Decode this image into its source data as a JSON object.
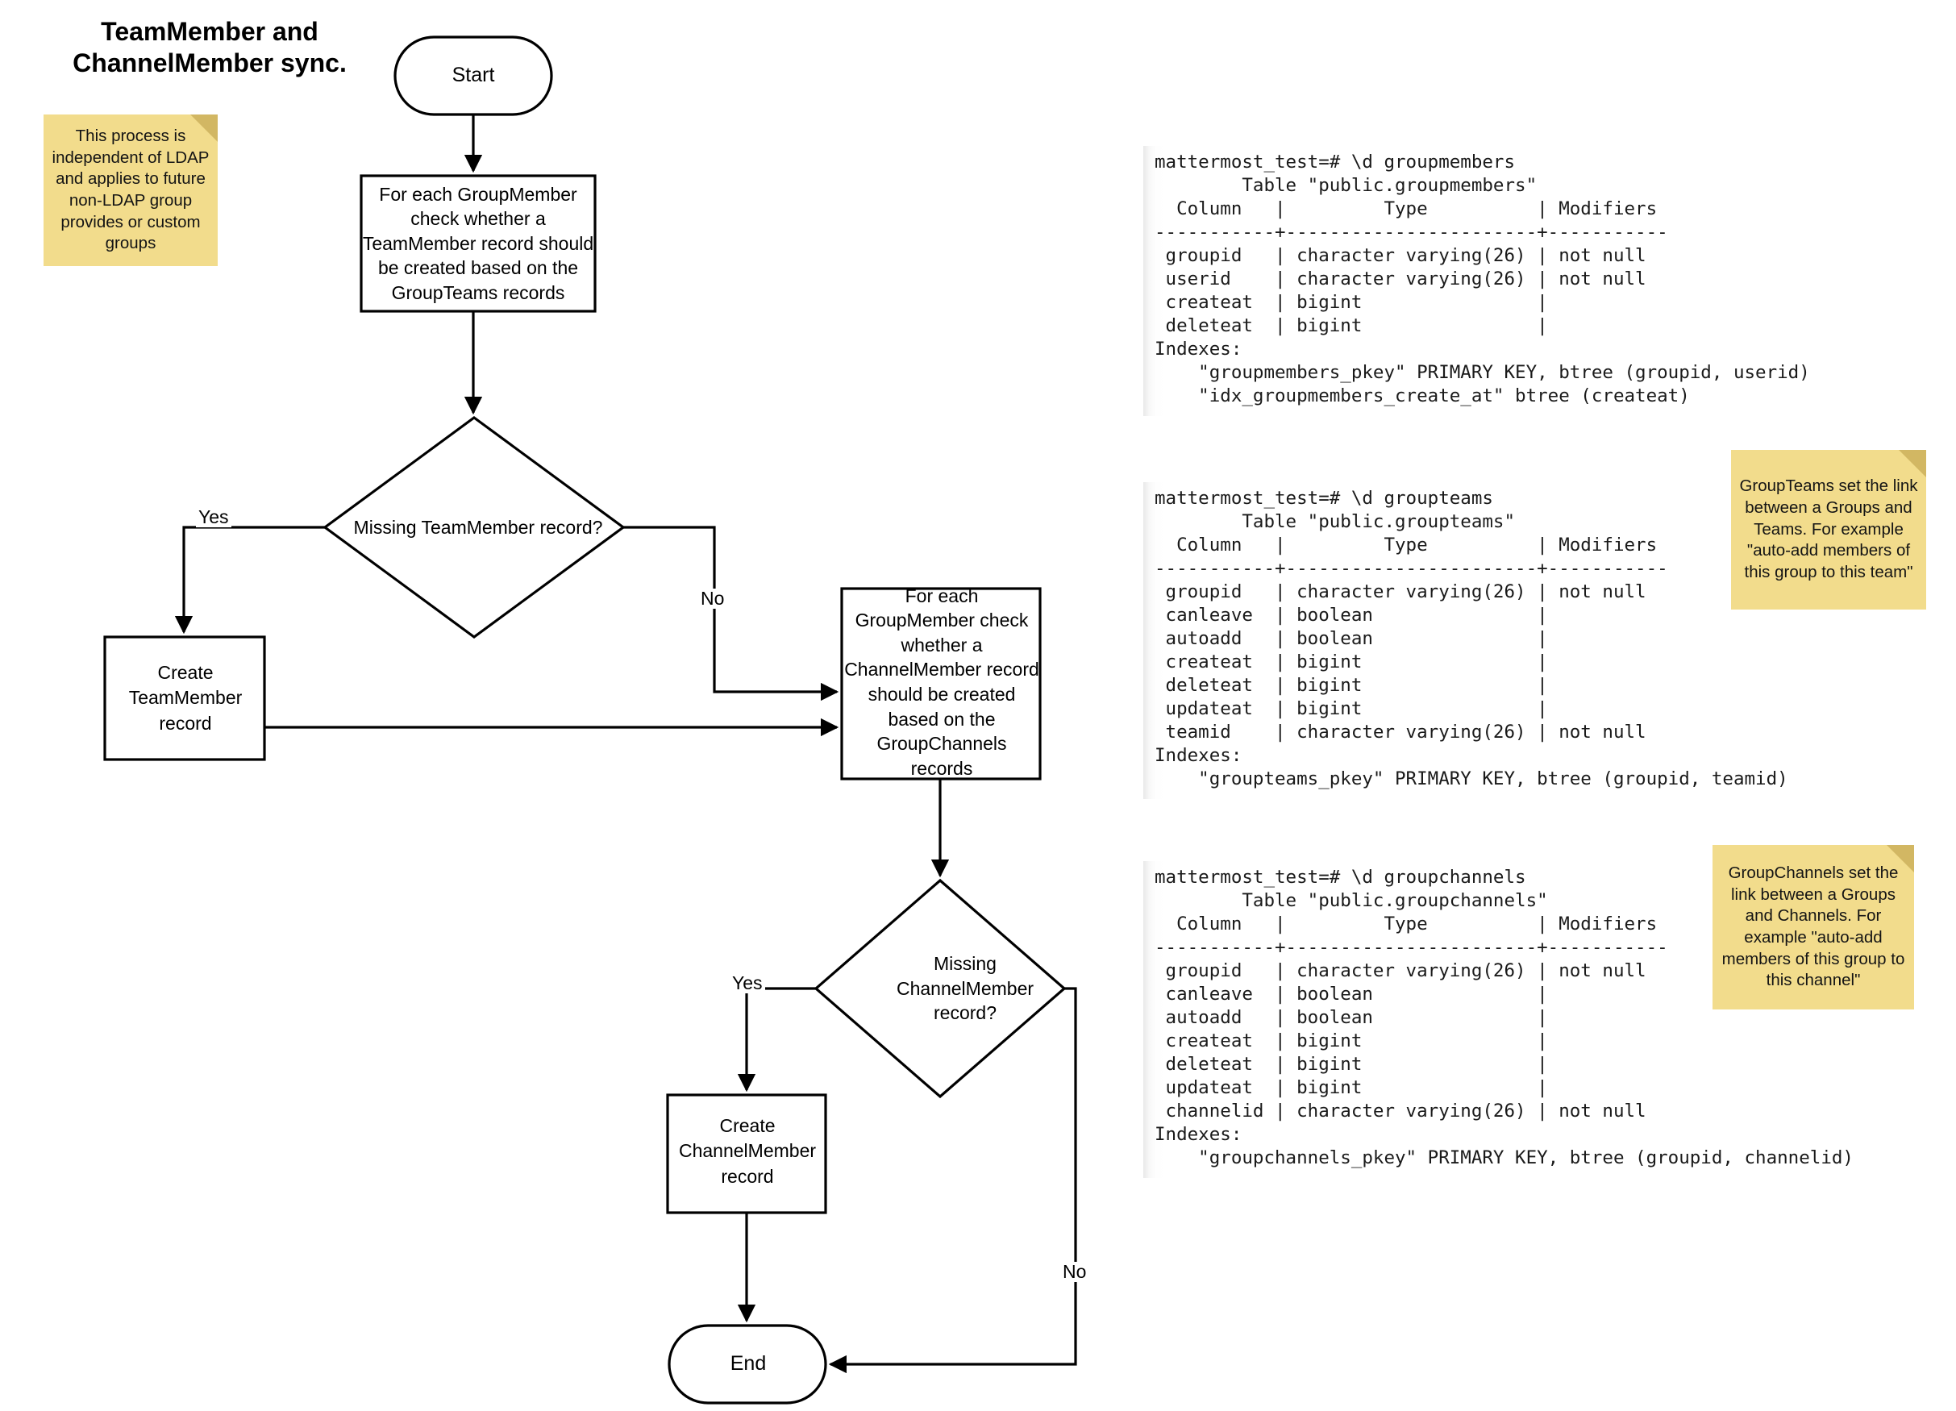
{
  "title": "TeamMember and\nChannelMember sync.",
  "notes": {
    "ldap": "This process is independent of LDAP and applies to future non-LDAP group provides or custom groups",
    "groupteams": "GroupTeams set the link between a Groups and Teams. For example \"auto-add members of this group to this team\"",
    "groupchannels": "GroupChannels set the link between a Groups and Channels. For example \"auto-add members of this group to this channel\""
  },
  "flowchart": {
    "type": "flowchart",
    "nodes": {
      "start": "Start",
      "proc_teammember": "For each GroupMember check whether a TeamMember record should be created based on the GroupTeams records",
      "dec_teammember": "Missing TeamMember record?",
      "create_teammember": "Create TeamMember record",
      "proc_channelmember": "For each GroupMember check whether a ChannelMember record should be created based on the GroupChannels records",
      "dec_channelmember": "Missing ChannelMember record?",
      "create_channelmember": "Create ChannelMember record",
      "end": "End"
    },
    "edge_labels": {
      "yes_1": "Yes",
      "no_1": "No",
      "yes_2": "Yes",
      "no_2": "No"
    },
    "edges": [
      {
        "from": "start",
        "to": "proc_teammember",
        "label": ""
      },
      {
        "from": "proc_teammember",
        "to": "dec_teammember",
        "label": ""
      },
      {
        "from": "dec_teammember",
        "to": "create_teammember",
        "label": "Yes"
      },
      {
        "from": "dec_teammember",
        "to": "proc_channelmember",
        "label": "No"
      },
      {
        "from": "create_teammember",
        "to": "proc_channelmember",
        "label": ""
      },
      {
        "from": "proc_channelmember",
        "to": "dec_channelmember",
        "label": ""
      },
      {
        "from": "dec_channelmember",
        "to": "create_channelmember",
        "label": "Yes"
      },
      {
        "from": "dec_channelmember",
        "to": "end",
        "label": "No"
      },
      {
        "from": "create_channelmember",
        "to": "end",
        "label": ""
      }
    ]
  },
  "sql": {
    "groupmembers": "mattermost_test=# \\d groupmembers\n        Table \"public.groupmembers\"\n  Column   |         Type          | Modifiers\n-----------+-----------------------+-----------\n groupid   | character varying(26) | not null\n userid    | character varying(26) | not null\n createat  | bigint                |\n deleteat  | bigint                |\nIndexes:\n    \"groupmembers_pkey\" PRIMARY KEY, btree (groupid, userid)\n    \"idx_groupmembers_create_at\" btree (createat)",
    "groupteams": "mattermost_test=# \\d groupteams\n        Table \"public.groupteams\"\n  Column   |         Type          | Modifiers\n-----------+-----------------------+-----------\n groupid   | character varying(26) | not null\n canleave  | boolean               |\n autoadd   | boolean               |\n createat  | bigint                |\n deleteat  | bigint                |\n updateat  | bigint                |\n teamid    | character varying(26) | not null\nIndexes:\n    \"groupteams_pkey\" PRIMARY KEY, btree (groupid, teamid)",
    "groupchannels": "mattermost_test=# \\d groupchannels\n        Table \"public.groupchannels\"\n  Column   |         Type          | Modifiers\n-----------+-----------------------+-----------\n groupid   | character varying(26) | not null\n canleave  | boolean               |\n autoadd   | boolean               |\n createat  | bigint                |\n deleteat  | bigint                |\n updateat  | bigint                |\n channelid | character varying(26) | not null\nIndexes:\n    \"groupchannels_pkey\" PRIMARY KEY, btree (groupid, channelid)"
  },
  "colors": {
    "note_bg": "#F2DC8C",
    "note_fold": "#D2B763",
    "stroke": "#000000",
    "background": "#FFFFFF"
  }
}
